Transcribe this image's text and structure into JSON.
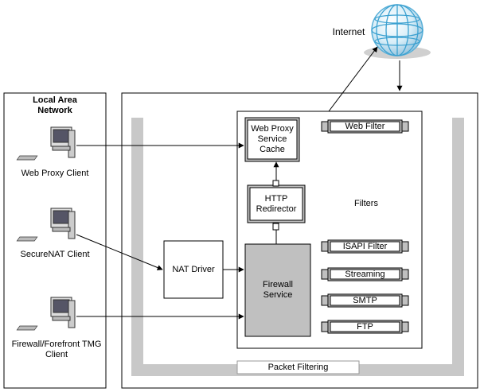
{
  "internet": {
    "label": "Internet"
  },
  "lan": {
    "title_line1": "Local Area",
    "title_line2": "Network",
    "clients": [
      {
        "label_line1": "Web Proxy Client",
        "label_line2": ""
      },
      {
        "label_line1": "SecureNAT Client",
        "label_line2": ""
      },
      {
        "label_line1": "Firewall/Forefront TMG",
        "label_line2": "Client"
      }
    ]
  },
  "server": {
    "web_proxy_cache": [
      "Web Proxy",
      "Service",
      "Cache"
    ],
    "http_redirector": [
      "HTTP",
      "Redirector"
    ],
    "firewall_service": [
      "Firewall",
      "Service"
    ],
    "nat_driver": "NAT Driver",
    "filters_heading": "Filters",
    "web_filter": "Web Filter",
    "filters": [
      "ISAPI Filter",
      "Streaming",
      "SMTP",
      "FTP"
    ],
    "packet_filtering": "Packet Filtering"
  },
  "colors": {
    "gray_band": "#c8c8c8",
    "component_fill": "#c0c0c0",
    "border": "#000000"
  }
}
